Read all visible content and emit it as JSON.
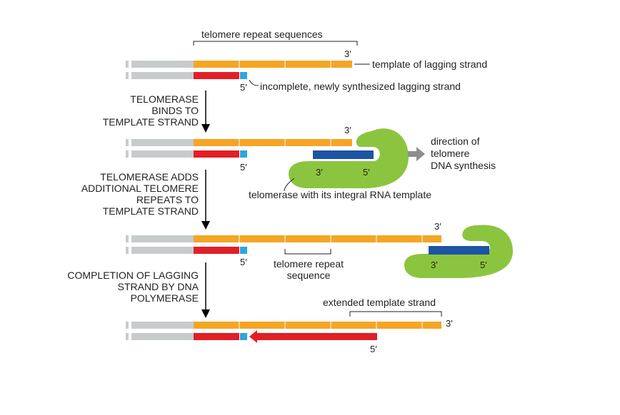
{
  "colors": {
    "gray": "#c8cbcc",
    "orange": "#f5a524",
    "red": "#e21f26",
    "blue": "#1d54a4",
    "cyan": "#2ba6e1",
    "green": "#8bc53f",
    "arrow_gray": "#8c8e90"
  },
  "labels": {
    "telomere_repeat_sequences": "telomere repeat sequences",
    "template_lagging": "template of lagging strand",
    "incomplete_lagging": "incomplete, newly synthesized lagging strand",
    "direction": [
      "direction of",
      "telomere",
      "DNA synthesis"
    ],
    "telomerase_rna": "telomerase with its integral RNA template",
    "telomere_repeat_sequence": [
      "telomere repeat",
      "sequence"
    ],
    "extended_template": "extended template strand",
    "three_prime": "3′",
    "five_prime": "5′"
  },
  "steps": {
    "step1": [
      "TELOMERASE",
      "BINDS TO",
      "TEMPLATE STRAND"
    ],
    "step2": [
      "TELOMERASE ADDS",
      "ADDITIONAL TELOMERE",
      "REPEATS TO",
      "TEMPLATE STRAND"
    ],
    "step3": [
      "COMPLETION OF LAGGING",
      "STRAND BY DNA",
      "POLYMERASE"
    ]
  }
}
